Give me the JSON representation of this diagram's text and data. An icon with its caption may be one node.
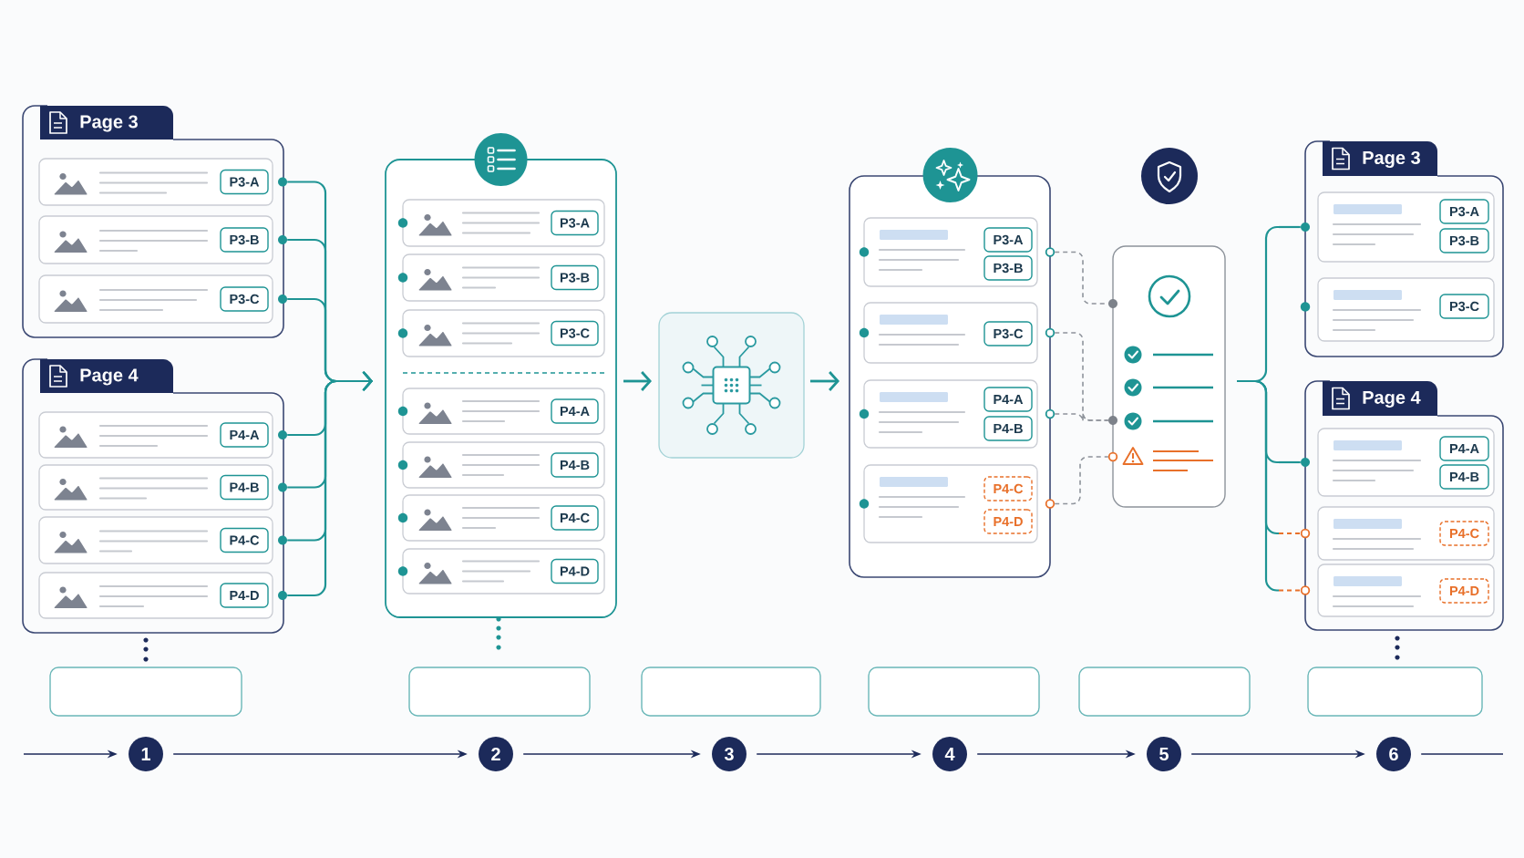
{
  "diagram": {
    "nodes": [
      {
        "text": [
          "Page 3"
        ]
      },
      {
        "text": [],
        "shape": "box",
        "in": 0
      },
      {
        "text": [
          "P3-A"
        ],
        "in": 1
      },
      {
        "text": [],
        "shape": "box",
        "in": 0
      },
      {
        "text": [
          "P3-B"
        ],
        "in": 3
      },
      {
        "text": [],
        "shape": "box",
        "in": 0
      },
      {
        "text": [
          "P3-C"
        ],
        "in": 5
      },
      {
        "text": [
          "Page 4"
        ]
      },
      {
        "text": [],
        "shape": "box",
        "in": 7
      },
      {
        "text": [
          "P4-A"
        ],
        "in": 8
      },
      {
        "text": [],
        "shape": "box",
        "in": 7
      },
      {
        "text": [
          "P4-B"
        ],
        "in": 10
      },
      {
        "text": [],
        "shape": "box",
        "in": 7
      },
      {
        "text": [
          "P4-C"
        ],
        "in": 12
      },
      {
        "text": [],
        "shape": "box",
        "in": 7
      },
      {
        "text": [
          "P4-D"
        ],
        "in": 14
      },
      {
        "text": [],
        "shape": "box"
      },
      {
        "text": [],
        "shape": "box",
        "in": 16
      },
      {
        "text": [
          "P3-A"
        ],
        "in": 17
      },
      {
        "text": [],
        "shape": "box",
        "in": 16
      },
      {
        "text": [
          "P3-B"
        ],
        "in": 19
      },
      {
        "text": [],
        "shape": "box",
        "in": 16
      },
      {
        "text": [
          "P3-C"
        ],
        "in": 21
      },
      {
        "text": [],
        "shape": "box",
        "in": 16
      },
      {
        "text": [
          "P4-A"
        ],
        "in": 23
      },
      {
        "text": [],
        "shape": "box",
        "in": 16
      },
      {
        "text": [
          "P4-B"
        ],
        "in": 25
      },
      {
        "text": [],
        "shape": "box",
        "in": 16
      },
      {
        "text": [
          "P4-C"
        ],
        "in": 27
      },
      {
        "text": [],
        "shape": "box",
        "in": 16
      },
      {
        "text": [
          "P4-D"
        ],
        "in": 29
      },
      {
        "text": [],
        "shape": "box"
      },
      {
        "text": [],
        "shape": "box"
      },
      {
        "text": [],
        "shape": "box",
        "in": 32
      },
      {
        "text": [
          "P3-A"
        ],
        "in": 33
      },
      {
        "text": [
          "P3-B"
        ],
        "in": 33
      },
      {
        "text": [],
        "shape": "box",
        "in": 32
      },
      {
        "text": [
          "P3-C"
        ],
        "in": 36
      },
      {
        "text": [],
        "shape": "box",
        "in": 32
      },
      {
        "text": [
          "P4-A"
        ],
        "in": 38
      },
      {
        "text": [
          "P4-B"
        ],
        "in": 38
      },
      {
        "text": [],
        "shape": "box",
        "in": 32
      },
      {
        "text": [
          "P4-C"
        ],
        "in": 41
      },
      {
        "text": [
          "P4-D"
        ],
        "in": 41
      },
      {
        "text": [],
        "shape": "box"
      },
      {
        "text": [
          "Page 3"
        ]
      },
      {
        "text": [],
        "shape": "box",
        "in": 45
      },
      {
        "text": [
          "P3-A"
        ],
        "in": 46
      },
      {
        "text": [
          "P3-B"
        ],
        "in": 46
      },
      {
        "text": [],
        "shape": "box",
        "in": 45
      },
      {
        "text": [
          "P3-C"
        ],
        "in": 49
      },
      {
        "text": [
          "Page 4"
        ]
      },
      {
        "text": [],
        "shape": "box",
        "in": 51
      },
      {
        "text": [
          "P4-A"
        ],
        "in": 52
      },
      {
        "text": [
          "P4-B"
        ],
        "in": 52
      },
      {
        "text": [],
        "shape": "box",
        "in": 51
      },
      {
        "text": [
          "P4-C"
        ],
        "in": 55
      },
      {
        "text": [],
        "shape": "box",
        "in": 51
      },
      {
        "text": [
          "P4-D"
        ],
        "in": 57
      },
      {
        "text": [],
        "shape": "box"
      },
      {
        "text": [],
        "shape": "box"
      },
      {
        "text": [],
        "shape": "box"
      },
      {
        "text": [],
        "shape": "box"
      },
      {
        "text": [],
        "shape": "box"
      },
      {
        "text": [],
        "shape": "box"
      },
      {
        "text": [
          "1"
        ]
      },
      {
        "text": [
          "2"
        ]
      },
      {
        "text": [
          "3"
        ]
      },
      {
        "text": [
          "4"
        ]
      },
      {
        "text": [
          "5"
        ]
      },
      {
        "text": [
          "6"
        ]
      },
      {
        "text": [],
        "shape": "circle"
      },
      {
        "text": [],
        "shape": "circle"
      },
      {
        "text": [],
        "shape": "circle"
      },
      {
        "text": [],
        "shape": "circle"
      },
      {
        "text": [],
        "shape": "circle"
      },
      {
        "text": [],
        "shape": "circle"
      },
      {
        "text": [],
        "shape": "circle"
      },
      {
        "text": [],
        "shape": "circle"
      },
      {
        "text": [],
        "shape": "circle"
      },
      {
        "text": [],
        "shape": "circle"
      },
      {
        "text": [],
        "shape": "circle"
      },
      {
        "text": [],
        "shape": "circle"
      },
      {
        "text": [],
        "shape": "circle"
      },
      {
        "text": [],
        "shape": "circle"
      },
      {
        "text": [],
        "shape": "circle"
      },
      {
        "text": [],
        "shape": "circle"
      },
      {
        "text": [],
        "shape": "circle"
      },
      {
        "text": [],
        "shape": "circle"
      }
    ],
    "edges": [
      {
        "from": 71,
        "to": 16,
        "arrow": "to"
      },
      {
        "from": 72,
        "to": 16,
        "arrow": "to"
      },
      {
        "from": 73,
        "to": 16,
        "arrow": "to"
      },
      {
        "from": 74,
        "to": 16,
        "arrow": "to"
      },
      {
        "from": 75,
        "to": 16,
        "arrow": "to"
      },
      {
        "from": 76,
        "to": 16,
        "arrow": "to"
      },
      {
        "from": 77,
        "to": 16,
        "arrow": "to"
      },
      {
        "from": 16,
        "to": 31,
        "arrow": "to"
      },
      {
        "from": 31,
        "to": 32,
        "arrow": "to"
      },
      {
        "from": 78,
        "to": 82,
        "arrow": "none",
        "style": "dashed",
        "color": "#8e939b"
      },
      {
        "from": 79,
        "to": 83,
        "arrow": "none",
        "style": "dashed",
        "color": "#8e939b"
      },
      {
        "from": 80,
        "to": 83,
        "arrow": "none",
        "style": "dashed",
        "color": "#8e939b"
      },
      {
        "from": 81,
        "to": 84,
        "arrow": "none",
        "style": "dashed",
        "color": "#8e939b"
      },
      {
        "from": 44,
        "to": 85,
        "arrow": "none"
      },
      {
        "from": 44,
        "to": 86,
        "arrow": "none"
      },
      {
        "from": 44,
        "to": 87,
        "arrow": "none"
      },
      {
        "from": 44,
        "to": 88,
        "arrow": "none"
      },
      {
        "from": null,
        "to": 65,
        "arrow": "to",
        "color": "#1c2a5a"
      },
      {
        "from": 65,
        "to": 66,
        "arrow": "to",
        "color": "#1c2a5a"
      },
      {
        "from": 66,
        "to": 67,
        "arrow": "to",
        "color": "#1c2a5a"
      },
      {
        "from": 67,
        "to": 68,
        "arrow": "to",
        "color": "#1c2a5a"
      },
      {
        "from": 68,
        "to": 69,
        "arrow": "to",
        "color": "#1c2a5a"
      },
      {
        "from": 69,
        "to": 70,
        "arrow": "to",
        "color": "#1c2a5a"
      },
      {
        "from": 70,
        "to": null,
        "arrow": "none",
        "color": "#1c2a5a"
      }
    ]
  }
}
